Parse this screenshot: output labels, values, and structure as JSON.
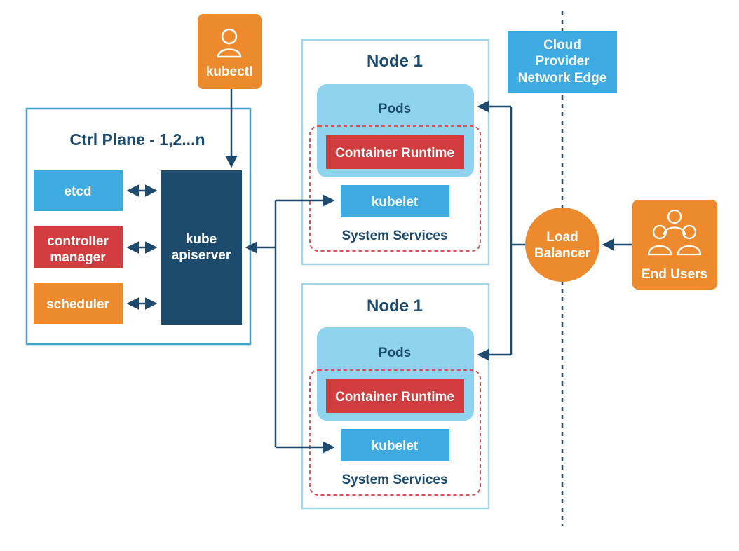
{
  "colors": {
    "orange": "#ee8a2e",
    "light_blue_box": "#3daae2",
    "pods_fill": "#8fd3ef",
    "runtime_red": "#d13c3e",
    "dark_navy": "#1c4b6e",
    "outline_blue": "#9fd6e8",
    "arrow_navy": "#1d4a6d",
    "dashed_red": "#d65454"
  },
  "kubectl": {
    "label": "kubectl",
    "icon": "user-icon"
  },
  "control_plane": {
    "title": "Ctrl Plane - 1,2...n",
    "etcd": "etcd",
    "controller_manager_line1": "controller",
    "controller_manager_line2": "manager",
    "scheduler": "scheduler",
    "apiserver_line1": "kube",
    "apiserver_line2": "apiserver"
  },
  "nodes": [
    {
      "title": "Node 1",
      "pods": "Pods",
      "container_runtime": "Container Runtime",
      "kubelet": "kubelet",
      "system_services": "System Services"
    },
    {
      "title": "Node 1",
      "pods": "Pods",
      "container_runtime": "Container Runtime",
      "kubelet": "kubelet",
      "system_services": "System Services"
    }
  ],
  "cloud_edge": {
    "line1": "Cloud",
    "line2": "Provider",
    "line3": "Network Edge"
  },
  "load_balancer": {
    "line1": "Load",
    "line2": "Balancer"
  },
  "end_users": {
    "label": "End Users",
    "icon": "users-group-icon"
  }
}
